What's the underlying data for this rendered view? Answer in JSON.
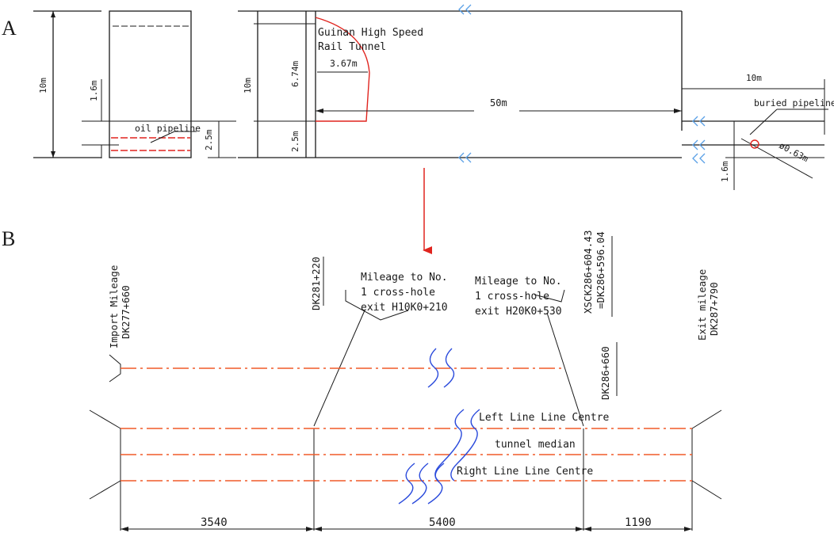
{
  "panel_a": {
    "label": "A",
    "dim_10m_left": "10m",
    "dim_1_6m_left": "1.6m",
    "oil_pipeline": "oil pipeline",
    "dim_2_5m_left": "2.5m",
    "dim_10m_mid": "10m",
    "dim_6_74m": "6.74m",
    "dim_2_5m_mid": "2.5m",
    "tunnel_label_1": "Guinan High Speed",
    "tunnel_label_2": "Rail Tunnel",
    "dim_3_67m": "3.67m",
    "dim_50m": "50m",
    "dim_10m_right": "10m",
    "buried_pipeline": "buried pipeline",
    "dim_diam": "ø0.63m",
    "dim_1_6m_right": "1.6m"
  },
  "panel_b": {
    "label": "B",
    "import_mileage_1": "Import Mileage",
    "import_mileage_2": "DK277+660",
    "dk281": "DK281+220",
    "cross1_line1": "Mileage to No.",
    "cross1_line2": "1 cross-hole",
    "cross1_line3": "exit H10K0+210",
    "cross2_line1": "Mileage to No.",
    "cross2_line2": "1 cross-hole",
    "cross2_line3": "exit H20K0+530",
    "xsck_1": "XSCK286+604.43",
    "xsck_2": "=DK286+596.04",
    "exit_mileage_1": "Exit mileage",
    "exit_mileage_2": "DK287+790",
    "dk286": "DK286+660",
    "left_line": "Left Line Line Centre",
    "median": "tunnel median",
    "right_line": "Right Line Line Centre",
    "dim_3540": "3540",
    "dim_5400": "5400",
    "dim_1190": "1190"
  },
  "colors": {
    "red": "#e0241e",
    "orange": "#f05a28",
    "blue": "#2b4bdc",
    "light_blue": "#5aa0e6"
  }
}
